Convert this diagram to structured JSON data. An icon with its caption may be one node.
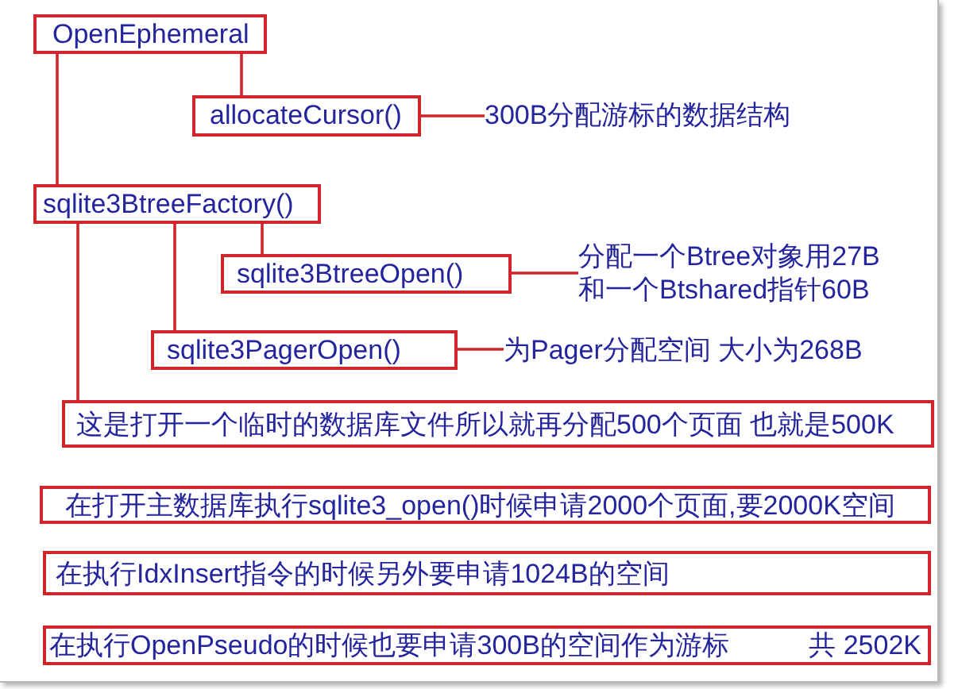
{
  "diagram": {
    "nodes": [
      {
        "text": [
          "OpenEphemeral"
        ]
      },
      {
        "text": [
          "allocateCursor()"
        ]
      },
      {
        "text": [
          "300B分配游标的数据结构"
        ]
      },
      {
        "text": [
          "sqlite3BtreeFactory()"
        ]
      },
      {
        "text": [
          "sqlite3BtreeOpen()"
        ]
      },
      {
        "text": [
          "分配一个Btree对象用27B和一个Btshared指针60B"
        ]
      },
      {
        "text": [
          "sqlite3PagerOpen()"
        ]
      },
      {
        "text": [
          "为Pager分配空间 大小为268B"
        ]
      },
      {
        "text": [
          "这是打开一个临时的数据库文件所以就再分配500个页面 也就是500K"
        ]
      },
      {
        "text": [
          "在打开主数据库执行sqlite3_open()时候申请2000个页面,要2000K空间"
        ]
      },
      {
        "text": [
          "在执行IdxInsert指令的时候另外要申请1024B的空间"
        ]
      },
      {
        "text": [
          "在执行OpenPseudo的时候也要申请300B的空间作为游标",
          "共 2502K"
        ]
      }
    ],
    "edges": [
      {
        "from": 0,
        "to": 1,
        "arrow": "none"
      },
      {
        "from": 1,
        "to": 2,
        "arrow": "none"
      },
      {
        "from": 0,
        "to": 3,
        "arrow": "none"
      },
      {
        "from": 3,
        "to": 4,
        "arrow": "none"
      },
      {
        "from": 4,
        "to": 5,
        "arrow": "none"
      },
      {
        "from": 3,
        "to": 6,
        "arrow": "none"
      },
      {
        "from": 6,
        "to": 7,
        "arrow": "none"
      },
      {
        "from": 3,
        "to": 8,
        "arrow": "none"
      }
    ]
  }
}
